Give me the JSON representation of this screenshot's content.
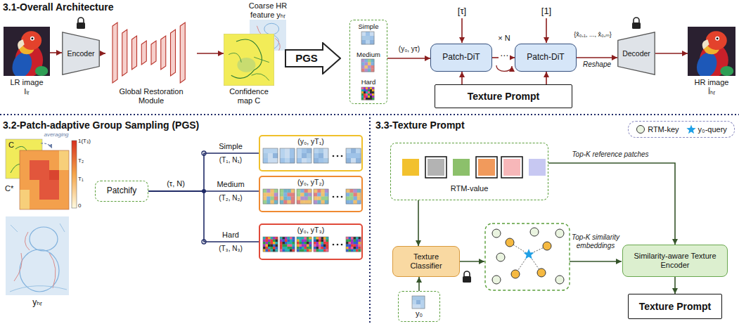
{
  "diagram": {
    "nodes": [
      {
        "text": [
          "LR image Iₗᵣ"
        ]
      },
      {
        "text": [
          "Encoder"
        ]
      },
      {
        "text": [
          "Global Restoration Module"
        ]
      },
      {
        "text": [
          "Coarse HR feature yₕᵣ"
        ]
      },
      {
        "text": [
          "Confidence map C"
        ]
      },
      {
        "text": [
          "PGS"
        ]
      },
      {
        "text": [
          "Simple",
          "Medium",
          "Hard"
        ]
      },
      {
        "text": [
          "Patch-DiT"
        ]
      },
      {
        "text": [
          "Patch-DiT"
        ]
      },
      {
        "text": [
          "Texture Prompt"
        ]
      },
      {
        "text": [
          "Decoder"
        ]
      },
      {
        "text": [
          "HR image Îₕᵣ"
        ]
      },
      {
        "text": [
          "Patchify"
        ]
      },
      {
        "text": [
          "(y₀, yT₁)"
        ]
      },
      {
        "text": [
          "(y₀, yT₂)"
        ]
      },
      {
        "text": [
          "(y₀, yT₃)"
        ]
      },
      {
        "text": [
          "RTM-value"
        ]
      },
      {
        "text": [
          "Texture Classifier"
        ]
      },
      {
        "text": [
          "y₀"
        ]
      },
      {
        "text": [
          "Similarity-aware Texture Encoder"
        ]
      },
      {
        "text": [
          "Texture Prompt"
        ]
      }
    ],
    "edges": [
      {
        "from": 0,
        "to": 1,
        "arrow": "to"
      },
      {
        "from": 1,
        "to": 2,
        "arrow": "to"
      },
      {
        "from": 2,
        "to": 4,
        "arrow": "to"
      },
      {
        "from": 6,
        "to": 7,
        "arrow": "to"
      },
      {
        "from": 7,
        "to": 8,
        "arrow": "to"
      },
      {
        "from": 9,
        "to": 7,
        "arrow": "to"
      },
      {
        "from": 9,
        "to": 8,
        "arrow": "to"
      },
      {
        "from": 8,
        "to": 10,
        "arrow": "to"
      },
      {
        "from": 10,
        "to": 11,
        "arrow": "to"
      },
      {
        "from": 12,
        "to": 13,
        "arrow": "none"
      },
      {
        "from": 12,
        "to": 14,
        "arrow": "none"
      },
      {
        "from": 12,
        "to": 15,
        "arrow": "none"
      },
      {
        "from": 16,
        "to": 17,
        "arrow": "to"
      },
      {
        "from": 18,
        "to": 17,
        "arrow": "to"
      },
      {
        "from": 16,
        "to": 19,
        "arrow": "to"
      },
      {
        "from": 19,
        "to": 20,
        "arrow": "to"
      }
    ],
    "labels": [
      "3.1-Overall Architecture",
      "[τ]",
      "[1]",
      "(y₀, yτ)",
      "× N",
      "⋯",
      "{x̂₀,₁, ..., x̂₀,ₘ}",
      "Reshape",
      "3.2-Patch-adaptive Group Sampling (PGS)",
      "C",
      "C*",
      "averaging",
      "1(T₃)",
      "T₂",
      "T₁",
      "0",
      "yₕᵣ",
      "(τ, N)",
      "Simple",
      "(T₁, N₁)",
      "Medium",
      "(T₂, N₂)",
      "Hard",
      "(T₃, N₃)",
      "3.3-Texture Prompt",
      "Top-K reference patches",
      "Top-K similarity embeddings"
    ],
    "legend": [
      {
        "text": "RTM-key"
      },
      {
        "text": "y₀-query"
      }
    ]
  }
}
